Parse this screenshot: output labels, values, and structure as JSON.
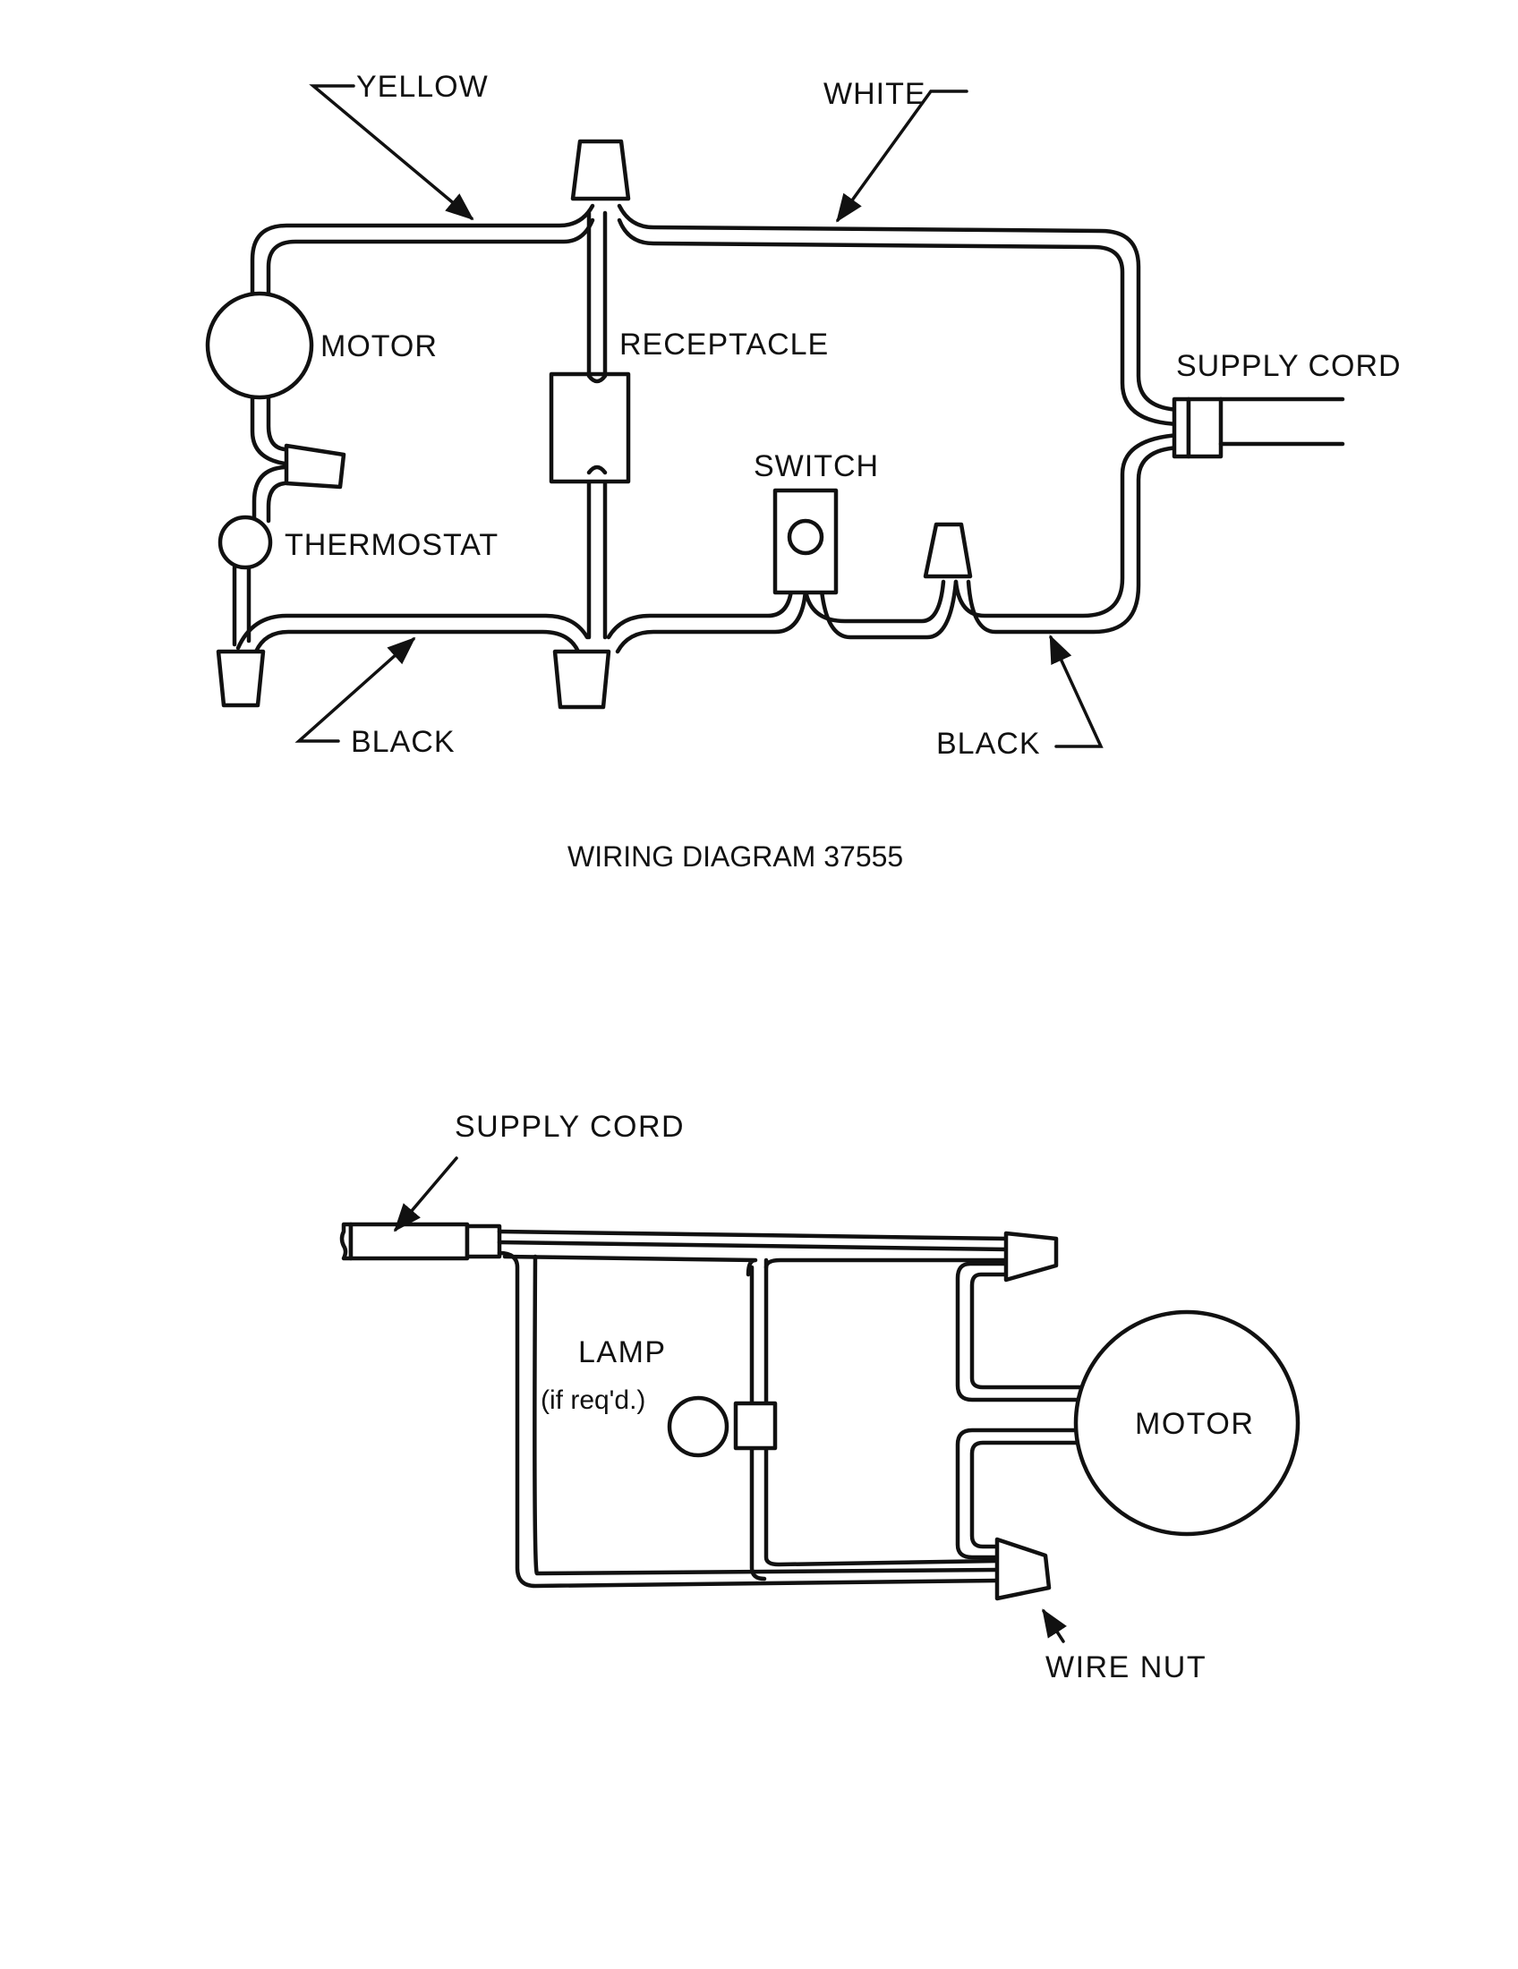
{
  "diagram1": {
    "labels": {
      "yellow": "YELLOW",
      "white": "WHITE",
      "motor": "MOTOR",
      "receptacle": "RECEPTACLE",
      "supply_cord": "SUPPLY CORD",
      "switch": "SWITCH",
      "thermostat": "THERMOSTAT",
      "black_left": "BLACK",
      "black_right": "BLACK"
    },
    "caption": "WIRING DIAGRAM 37555"
  },
  "diagram2": {
    "labels": {
      "supply_cord": "SUPPLY CORD",
      "lamp": "LAMP",
      "lamp_note": "(if req'd.)",
      "motor": "MOTOR",
      "wire_nut": "WIRE NUT"
    }
  }
}
